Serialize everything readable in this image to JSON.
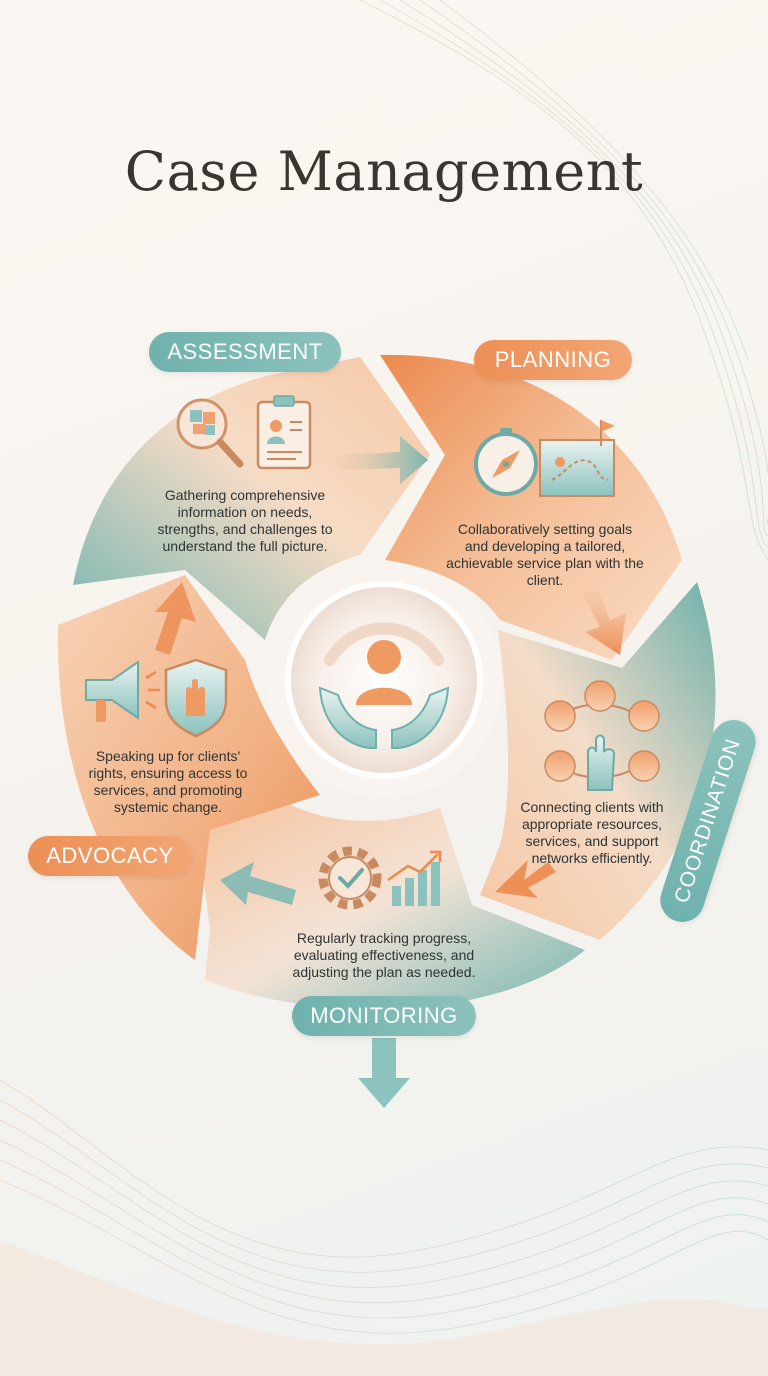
{
  "title": "Case Management",
  "colors": {
    "teal": "#7bb8b3",
    "orange": "#ef9a62",
    "peach": "#f8d5bb",
    "text": "#2e3333",
    "title": "#3a3531"
  },
  "stages": [
    {
      "id": "assessment",
      "label": "ASSESSMENT",
      "description": "Gathering comprehensive information on needs, strengths, and challenges to understand the full picture.",
      "icons": [
        "puzzle-magnifier-icon",
        "clipboard-profile-icon"
      ]
    },
    {
      "id": "planning",
      "label": "PLANNING",
      "description": "Collaboratively setting goals and developing a tailored, achievable service plan with the client.",
      "icons": [
        "compass-icon",
        "map-route-icon"
      ]
    },
    {
      "id": "coordination",
      "label": "COORDINATION",
      "description": "Connecting clients with appropriate resources, services, and support networks efficiently.",
      "icons": [
        "network-hand-icon"
      ]
    },
    {
      "id": "monitoring",
      "label": "MONITORING",
      "description": "Regularly tracking progress, evaluating effectiveness, and adjusting the plan as needed.",
      "icons": [
        "gear-check-icon",
        "bar-chart-icon"
      ]
    },
    {
      "id": "advocacy",
      "label": "ADVOCACY",
      "description": "Speaking up for clients' rights, ensuring access to services, and promoting systemic change.",
      "icons": [
        "megaphone-icon",
        "shield-hand-icon"
      ]
    }
  ],
  "center_icon": "client-care-hands-icon"
}
